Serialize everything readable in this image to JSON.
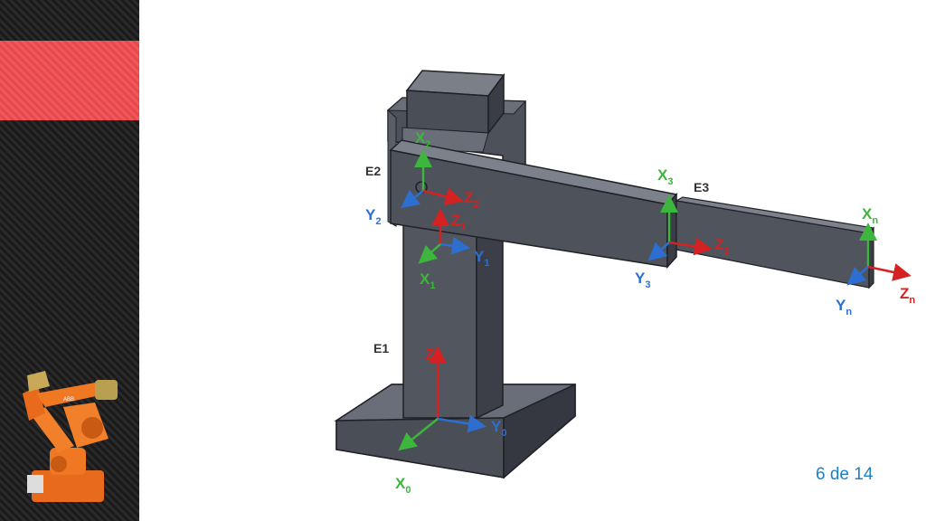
{
  "slide": {
    "page_number": "6 de 14"
  },
  "colors": {
    "x_axis": "#3cb63c",
    "y_axis": "#2d6fd1",
    "z_axis": "#d42222",
    "label": "#333333",
    "accent": "#f0595c",
    "page_number": "#1e7fc2"
  },
  "links": {
    "e1": "E1",
    "e2": "E2",
    "e3": "E3"
  },
  "frames": {
    "f0": {
      "x": "X",
      "x_sub": "0",
      "y": "Y",
      "y_sub": "0",
      "z": "Z",
      "z_sub": "0"
    },
    "f1": {
      "x": "X",
      "x_sub": "1",
      "y": "Y",
      "y_sub": "1",
      "z": "Z",
      "z_sub": "1"
    },
    "f2": {
      "x": "X",
      "x_sub": "2",
      "y": "Y",
      "y_sub": "2",
      "z": "Z",
      "z_sub": "2"
    },
    "f3": {
      "x": "X",
      "x_sub": "3",
      "y": "Y",
      "y_sub": "3",
      "z": "Z",
      "z_sub": "3"
    },
    "fn": {
      "x": "X",
      "x_sub": "n",
      "y": "Y",
      "y_sub": "n",
      "z": "Z",
      "z_sub": "n"
    }
  }
}
